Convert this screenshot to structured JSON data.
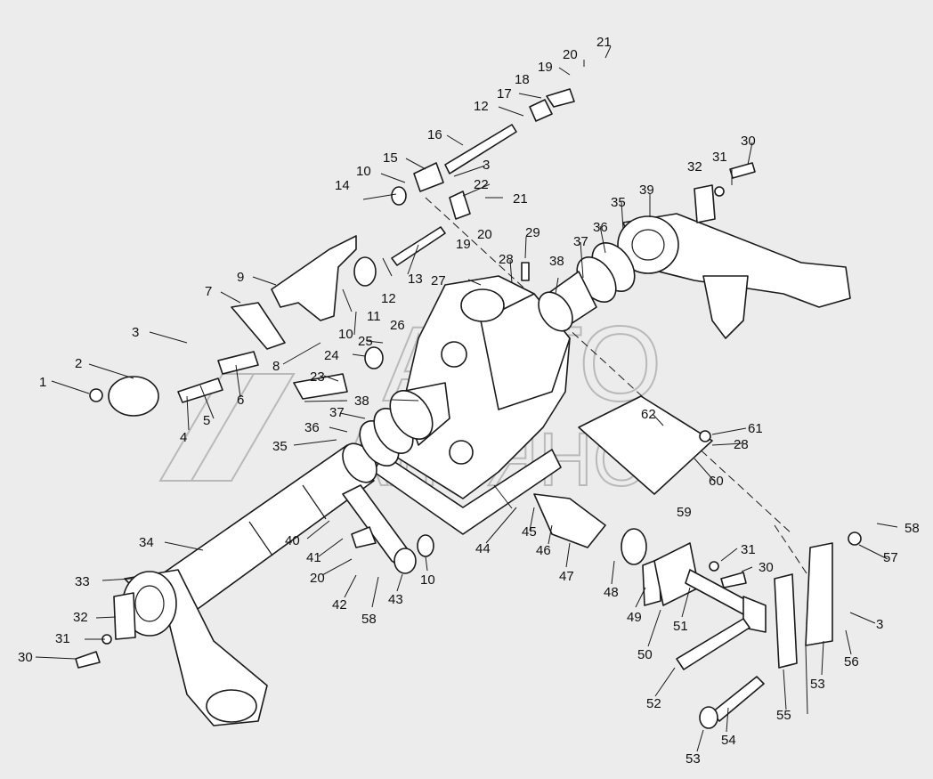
{
  "watermark": {
    "line1": "АВТО",
    "line2": "АЛЬЯНС"
  },
  "part_numbers": {
    "p1": "1",
    "p2": "2",
    "p3": "3",
    "p4": "4",
    "p5": "5",
    "p6": "6",
    "p7": "7",
    "p8": "8",
    "p9": "9",
    "p10": "10",
    "p11": "11",
    "p12": "12",
    "p13": "13",
    "p14": "14",
    "p15": "15",
    "p16": "16",
    "p17": "17",
    "p18": "18",
    "p19": "19",
    "p20": "20",
    "p21": "21",
    "p22": "22",
    "p23": "23",
    "p24": "24",
    "p25": "25",
    "p26": "26",
    "p27": "27",
    "p28": "28",
    "p29": "29",
    "p30": "30",
    "p31": "31",
    "p32": "32",
    "p33": "33",
    "p34": "34",
    "p35": "35",
    "p36": "36",
    "p37": "37",
    "p38": "38",
    "p39": "39",
    "p40": "40",
    "p41": "41",
    "p42": "42",
    "p43": "43",
    "p44": "44",
    "p45": "45",
    "p46": "46",
    "p47": "47",
    "p48": "48",
    "p49": "49",
    "p50": "50",
    "p51": "51",
    "p52": "52",
    "p53": "53",
    "p54": "54",
    "p55": "55",
    "p56": "56",
    "p57": "57",
    "p58": "58",
    "p59": "59",
    "p60": "60",
    "p61": "61",
    "p62": "62"
  },
  "colors": {
    "background": "#ececec",
    "line": "#1a1a1a",
    "watermark": "#b9b9b9"
  }
}
